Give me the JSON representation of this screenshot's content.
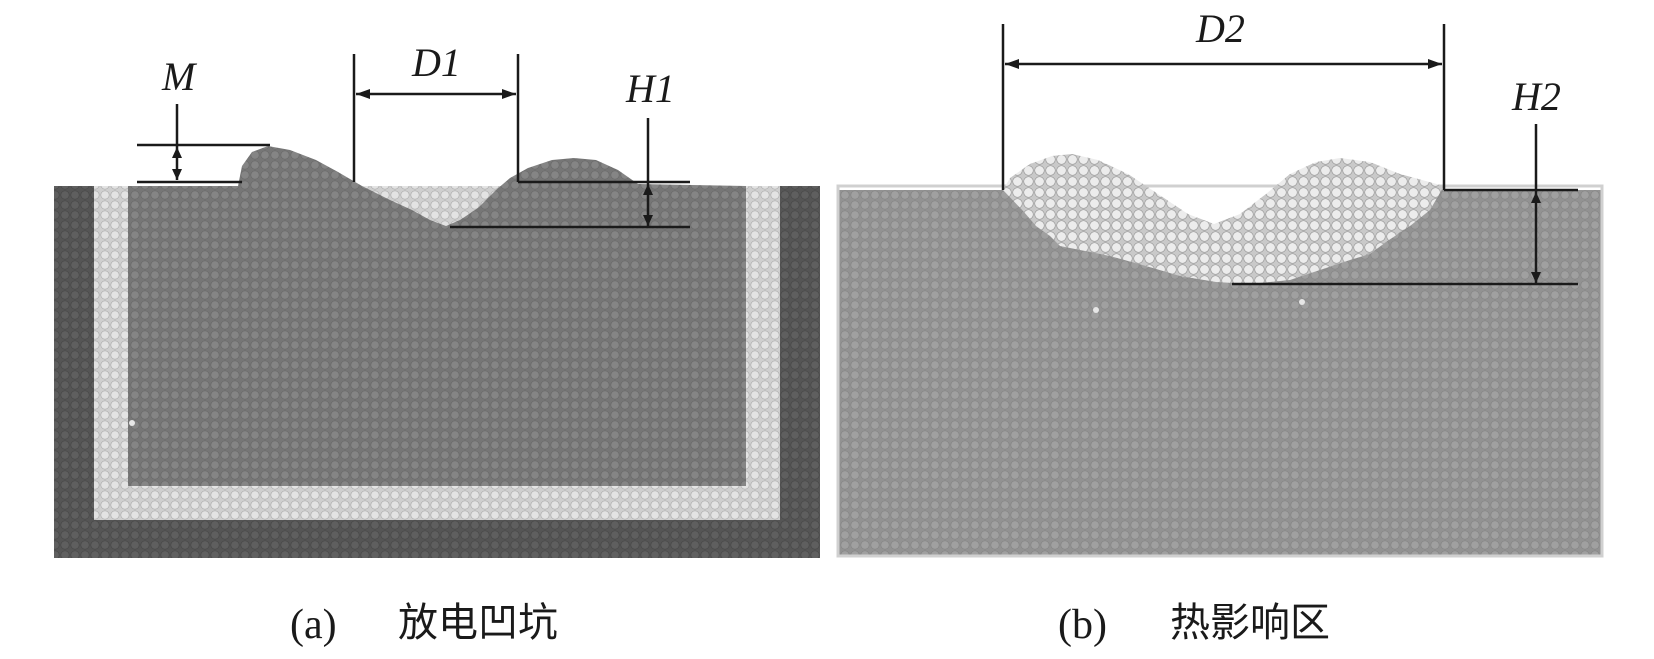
{
  "panel_a": {
    "caption_tag": "(a)",
    "caption_text": "放电凹坑",
    "labels": {
      "m": "M",
      "d1": "D1",
      "h1": "H1"
    }
  },
  "panel_b": {
    "caption_tag": "(b)",
    "caption_text": "热影响区",
    "labels": {
      "d2": "D2",
      "h2": "H2"
    }
  },
  "colors": {
    "outer_layer": "#555555",
    "boundary_layer": "#d6d6d6",
    "body_a": "#7e7e7e",
    "body_b": "#999999",
    "heat_affected": "#dedede",
    "annotation": "#1a1a1a"
  }
}
